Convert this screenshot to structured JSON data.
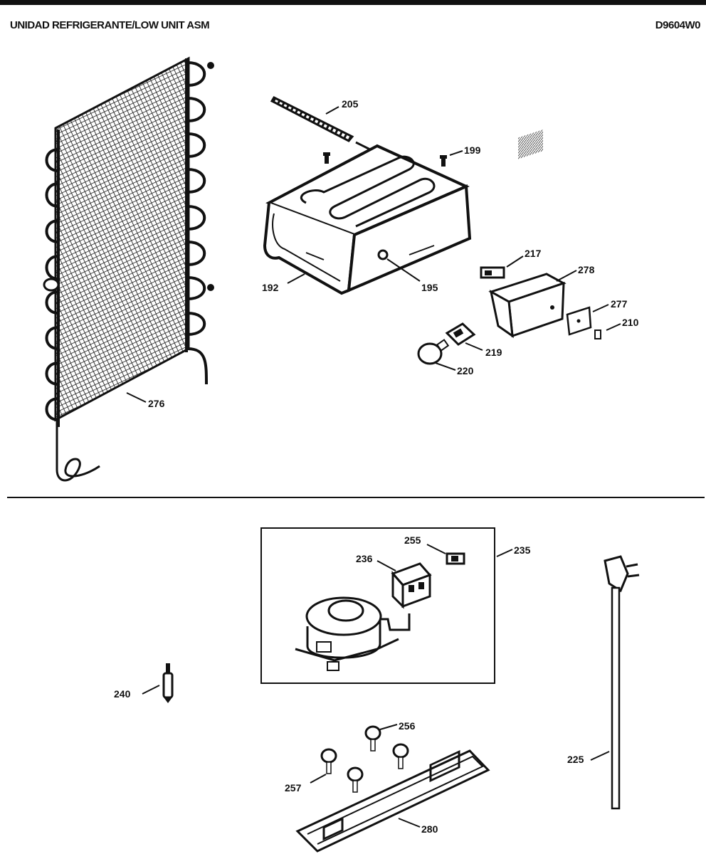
{
  "header": {
    "title": "UNIDAD REFRIGERANTE/LOW UNIT ASM",
    "code": "D9604W0"
  },
  "parts": {
    "p276a": "276",
    "p205": "205",
    "p199": "199",
    "p192": "192",
    "p195": "195",
    "p217": "217",
    "p278": "278",
    "p277": "277",
    "p210": "210",
    "p219": "219",
    "p220": "220",
    "p255": "255",
    "p235": "235",
    "p236": "236",
    "p240": "240",
    "p256": "256",
    "p257": "257",
    "p225": "225",
    "p280": "280"
  }
}
